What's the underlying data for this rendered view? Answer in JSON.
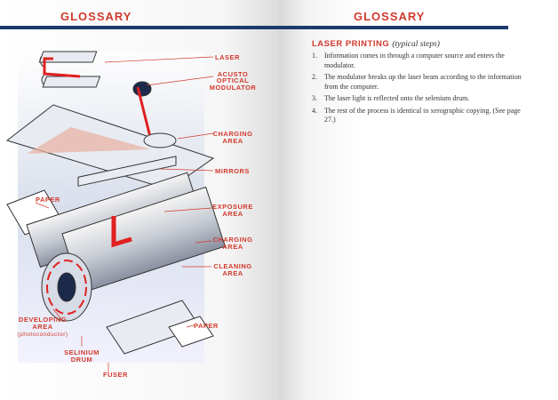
{
  "left_page": {
    "header": "GLOSSARY",
    "diagram_labels": {
      "laser": "LASER",
      "modulator": [
        "ACUSTO",
        "OPTICAL",
        "MODULATOR"
      ],
      "charging1": [
        "CHARGING",
        "AREA"
      ],
      "mirrors": "MIRRORS",
      "paper1": "PAPER",
      "exposure": [
        "EXPOSURE",
        "AREA"
      ],
      "charging2": [
        "CHARGING",
        "AREA"
      ],
      "cleaning": [
        "CLEANING",
        "AREA"
      ],
      "developing": [
        "DEVELOPING",
        "AREA"
      ],
      "photoconductor": "(photoconductor)",
      "drum": [
        "SELINIUM",
        "DRUM"
      ],
      "paper2": "PAPER",
      "fuser": "FUSER"
    }
  },
  "right_page": {
    "header": "GLOSSARY",
    "section_title": "LASER PRINTING",
    "section_subtitle": "(typical steps)",
    "steps": [
      {
        "num": "1.",
        "text": "Information comes in through a computer source and enters the modulator."
      },
      {
        "num": "2.",
        "text": "The modulator breaks up the laser beam according to the information from the computer."
      },
      {
        "num": "3.",
        "text": "The laser light is reflected onto the selenium drum."
      },
      {
        "num": "4.",
        "text": "The rest of the process is identical to xerographic copying. (See page 27.)"
      }
    ]
  },
  "colors": {
    "accent": "#d23a2e",
    "rule": "#1b3a6b"
  }
}
